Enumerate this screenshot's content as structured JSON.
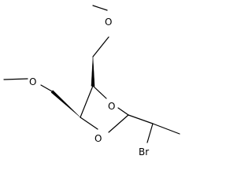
{
  "molecule": {
    "atoms": {
      "o_ring_top": "O",
      "o_ring_bottom": "O",
      "o_methoxy_top": "O",
      "o_methoxy_left": "O",
      "bromine": "Br"
    },
    "stereo_bonds": [
      "wedge",
      "wedge"
    ],
    "ink_color": "#000000"
  }
}
